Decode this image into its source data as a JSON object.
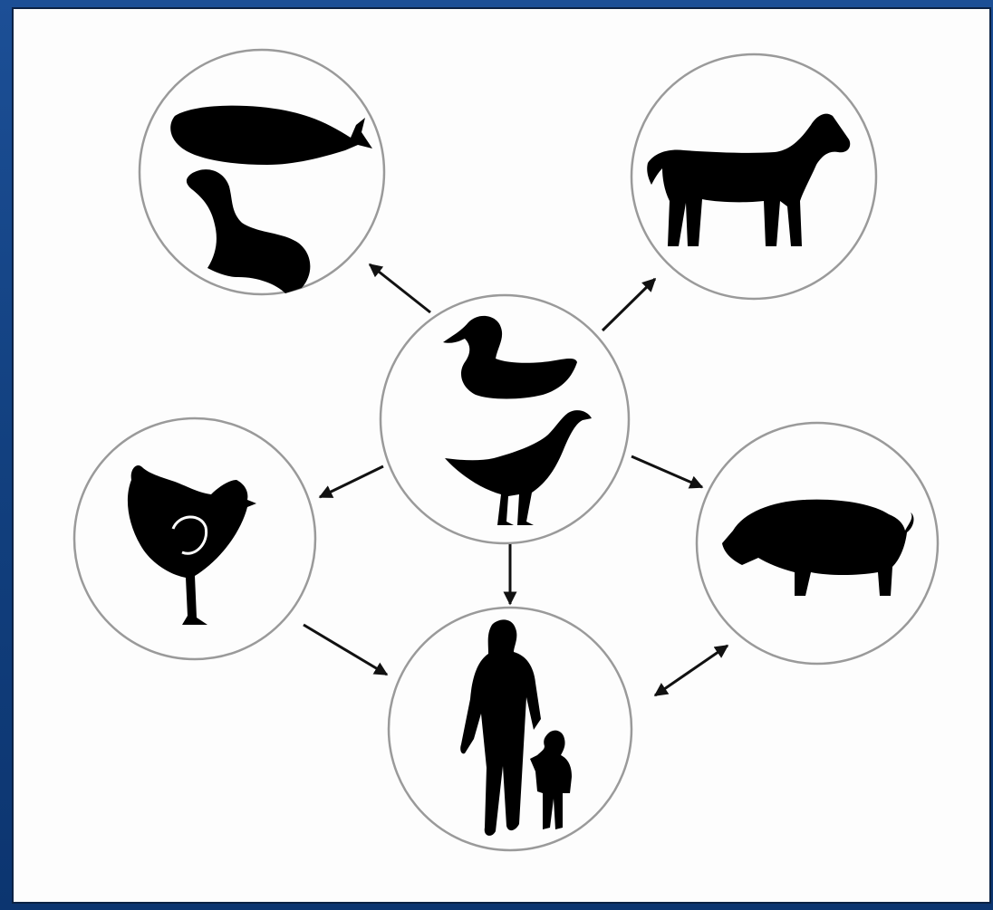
{
  "diagram": {
    "colors": {
      "background_blue": "#1a4a8f",
      "panel": "#fdfdfd",
      "circle_stroke": "#9a9a9a",
      "silhouette": "#000000",
      "arrow": "#111111"
    },
    "nodes": [
      {
        "id": "duck-goose",
        "icons": [
          "duck-icon",
          "goose-icon"
        ]
      },
      {
        "id": "whale-seal",
        "icons": [
          "whale-icon",
          "seal-icon"
        ]
      },
      {
        "id": "horse",
        "icons": [
          "horse-icon"
        ]
      },
      {
        "id": "chicken",
        "icons": [
          "chicken-icon"
        ]
      },
      {
        "id": "pig",
        "icons": [
          "pig-icon"
        ]
      },
      {
        "id": "humans",
        "icons": [
          "adult-icon",
          "child-icon"
        ]
      }
    ],
    "edges": [
      {
        "from": "duck-goose",
        "to": "whale-seal",
        "direction": "forward"
      },
      {
        "from": "duck-goose",
        "to": "horse",
        "direction": "forward"
      },
      {
        "from": "duck-goose",
        "to": "chicken",
        "direction": "forward"
      },
      {
        "from": "duck-goose",
        "to": "pig",
        "direction": "forward"
      },
      {
        "from": "duck-goose",
        "to": "humans",
        "direction": "forward"
      },
      {
        "from": "chicken",
        "to": "humans",
        "direction": "forward"
      },
      {
        "from": "pig",
        "to": "humans",
        "direction": "both"
      }
    ]
  }
}
